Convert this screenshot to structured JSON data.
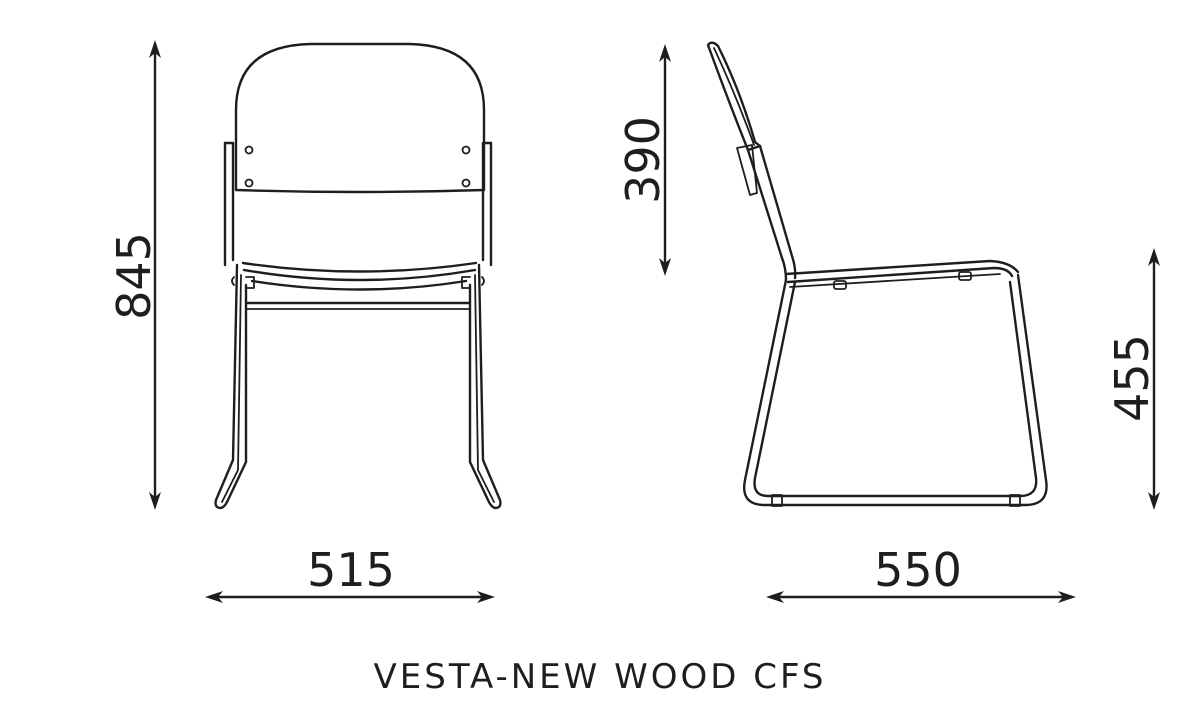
{
  "product": {
    "name": "VESTA-NEW WOOD CFS"
  },
  "dimensions": {
    "total_height": "845",
    "backrest_height": "390",
    "seat_height": "455",
    "width": "515",
    "depth": "550"
  },
  "views": [
    {
      "name": "front-view",
      "annotations": [
        "845",
        "515"
      ]
    },
    {
      "name": "side-view",
      "annotations": [
        "390",
        "455",
        "550"
      ]
    }
  ],
  "colors": {
    "line": "#1e1e1e",
    "background": "#ffffff"
  }
}
